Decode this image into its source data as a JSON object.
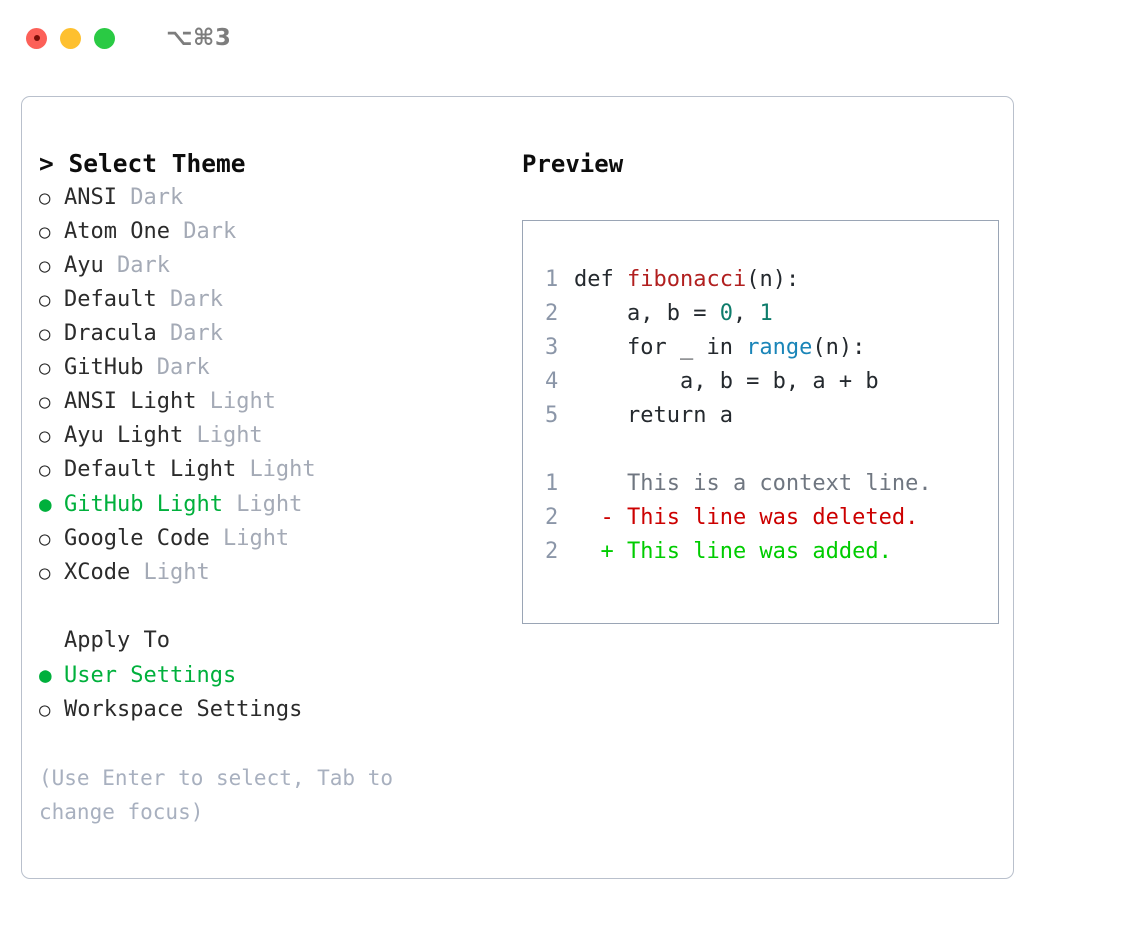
{
  "titlebar": {
    "shortcut": "⌥⌘3",
    "lights": [
      "close",
      "minimize",
      "maximize"
    ]
  },
  "theme_panel": {
    "header": "> Select Theme",
    "marker_selected": "●",
    "marker_unselected": "○",
    "items": [
      {
        "label": "ANSI",
        "suffix": "Dark",
        "selected": false
      },
      {
        "label": "Atom One",
        "suffix": "Dark",
        "selected": false
      },
      {
        "label": "Ayu",
        "suffix": "Dark",
        "selected": false
      },
      {
        "label": "Default",
        "suffix": "Dark",
        "selected": false
      },
      {
        "label": "Dracula",
        "suffix": "Dark",
        "selected": false
      },
      {
        "label": "GitHub",
        "suffix": "Dark",
        "selected": false
      },
      {
        "label": "ANSI Light",
        "suffix": "Light",
        "selected": false
      },
      {
        "label": "Ayu Light",
        "suffix": "Light",
        "selected": false
      },
      {
        "label": "Default Light",
        "suffix": "Light",
        "selected": false
      },
      {
        "label": "GitHub Light",
        "suffix": "Light",
        "selected": true
      },
      {
        "label": "Google Code",
        "suffix": "Light",
        "selected": false
      },
      {
        "label": "XCode",
        "suffix": "Light",
        "selected": false
      }
    ]
  },
  "apply_to": {
    "header": "Apply To",
    "items": [
      {
        "label": "User Settings",
        "selected": true
      },
      {
        "label": "Workspace Settings",
        "selected": false
      }
    ]
  },
  "hint": "(Use Enter to select, Tab to change focus)",
  "preview": {
    "title": "Preview",
    "code_lines": [
      {
        "no": "1",
        "tokens": [
          {
            "t": "def ",
            "c": "plain"
          },
          {
            "t": "fibonacci",
            "c": "fn"
          },
          {
            "t": "(n):",
            "c": "plain"
          }
        ]
      },
      {
        "no": "2",
        "tokens": [
          {
            "t": "    a, b = ",
            "c": "plain"
          },
          {
            "t": "0",
            "c": "num"
          },
          {
            "t": ", ",
            "c": "plain"
          },
          {
            "t": "1",
            "c": "num"
          }
        ]
      },
      {
        "no": "3",
        "tokens": [
          {
            "t": "    for _ in ",
            "c": "plain"
          },
          {
            "t": "range",
            "c": "call"
          },
          {
            "t": "(n):",
            "c": "plain"
          }
        ]
      },
      {
        "no": "4",
        "tokens": [
          {
            "t": "        a, b = b, a + b",
            "c": "plain"
          }
        ]
      },
      {
        "no": "5",
        "tokens": [
          {
            "t": "    return a",
            "c": "plain"
          }
        ]
      }
    ],
    "diff_lines": [
      {
        "no": "1",
        "sign": " ",
        "text": "This is a context line.",
        "kind": "ctx"
      },
      {
        "no": "2",
        "sign": "-",
        "text": "This line was deleted.",
        "kind": "del"
      },
      {
        "no": "2",
        "sign": "+",
        "text": "This line was added.",
        "kind": "add"
      }
    ]
  },
  "colors": {
    "selected_green": "#00b03c",
    "muted_gray": "#a4aab6",
    "hint_gray": "#a8b0bf",
    "lineno": "#8b96a8",
    "diff_del": "#cc0000",
    "diff_add": "#00cc00",
    "diff_ctx": "#6f7680",
    "token_fn": "#b11f1f",
    "token_num": "#0e7c6b",
    "token_call": "#1a85b8",
    "border": "#b9c0cc",
    "preview_border": "#9aa5b5"
  }
}
